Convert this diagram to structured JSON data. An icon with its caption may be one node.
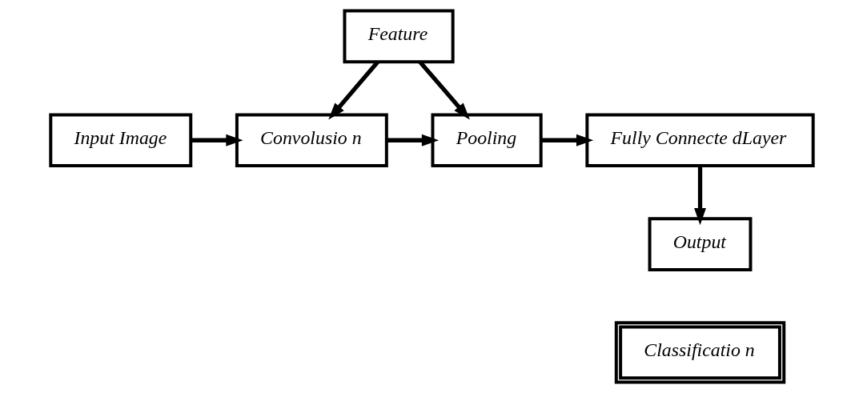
{
  "diagram": {
    "nodes": [
      {
        "text": [
          "Feature"
        ]
      },
      {
        "text": [
          "Output"
        ]
      },
      {
        "text": [
          "Classificatio n"
        ]
      },
      {
        "text": [
          "Input Image"
        ]
      },
      {
        "text": [
          "Convolusio n"
        ]
      },
      {
        "text": [
          "Pooling"
        ]
      },
      {
        "text": [
          "Fully Connecte dLayer"
        ]
      }
    ],
    "edges": [
      {
        "from": 0,
        "to": 4,
        "arrow": "to"
      },
      {
        "from": 0,
        "to": 5,
        "arrow": "to"
      },
      {
        "from": 3,
        "to": 4,
        "arrow": "to"
      },
      {
        "from": 4,
        "to": 5,
        "arrow": "to"
      },
      {
        "from": 5,
        "to": 6,
        "arrow": "to"
      },
      {
        "from": 6,
        "to": 1,
        "arrow": "to"
      }
    ]
  }
}
